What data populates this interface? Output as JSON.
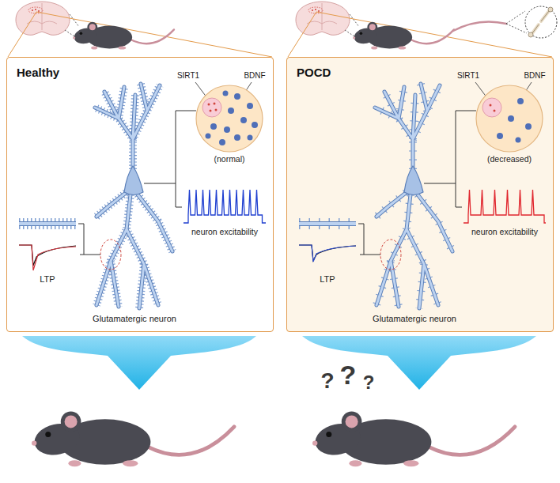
{
  "diagram": {
    "nodes": [
      {
        "text": [
          "Healthy"
        ]
      },
      {
        "text": [
          "POCD"
        ]
      }
    ],
    "labels": [
      "SIRT1",
      "BDNF",
      "(normal)",
      "neuron excitability",
      "LTP",
      "Glutamatergic neuron",
      "SIRT1",
      "BDNF",
      "(decreased)",
      "neuron excitability",
      "LTP",
      "Glutamatergic neuron",
      "?",
      "?",
      "?"
    ]
  }
}
